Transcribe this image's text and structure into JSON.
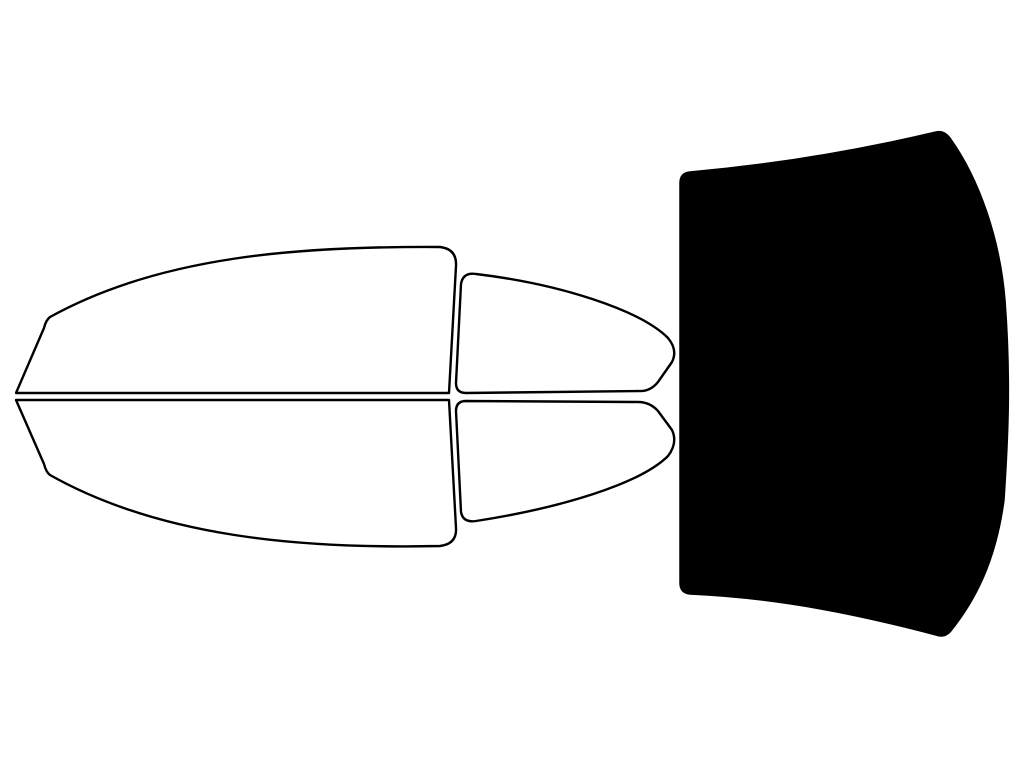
{
  "diagram": {
    "colors": {
      "background": "#ffffff",
      "outline": "#000000",
      "fill": "#000000"
    },
    "pieces": [
      {
        "name": "front-door-window-upper-piece",
        "style": "outline"
      },
      {
        "name": "front-door-window-lower-piece",
        "style": "outline"
      },
      {
        "name": "rear-door-window-upper-piece",
        "style": "outline"
      },
      {
        "name": "rear-door-window-lower-piece",
        "style": "outline"
      },
      {
        "name": "rear-windshield-piece",
        "style": "filled"
      }
    ]
  }
}
